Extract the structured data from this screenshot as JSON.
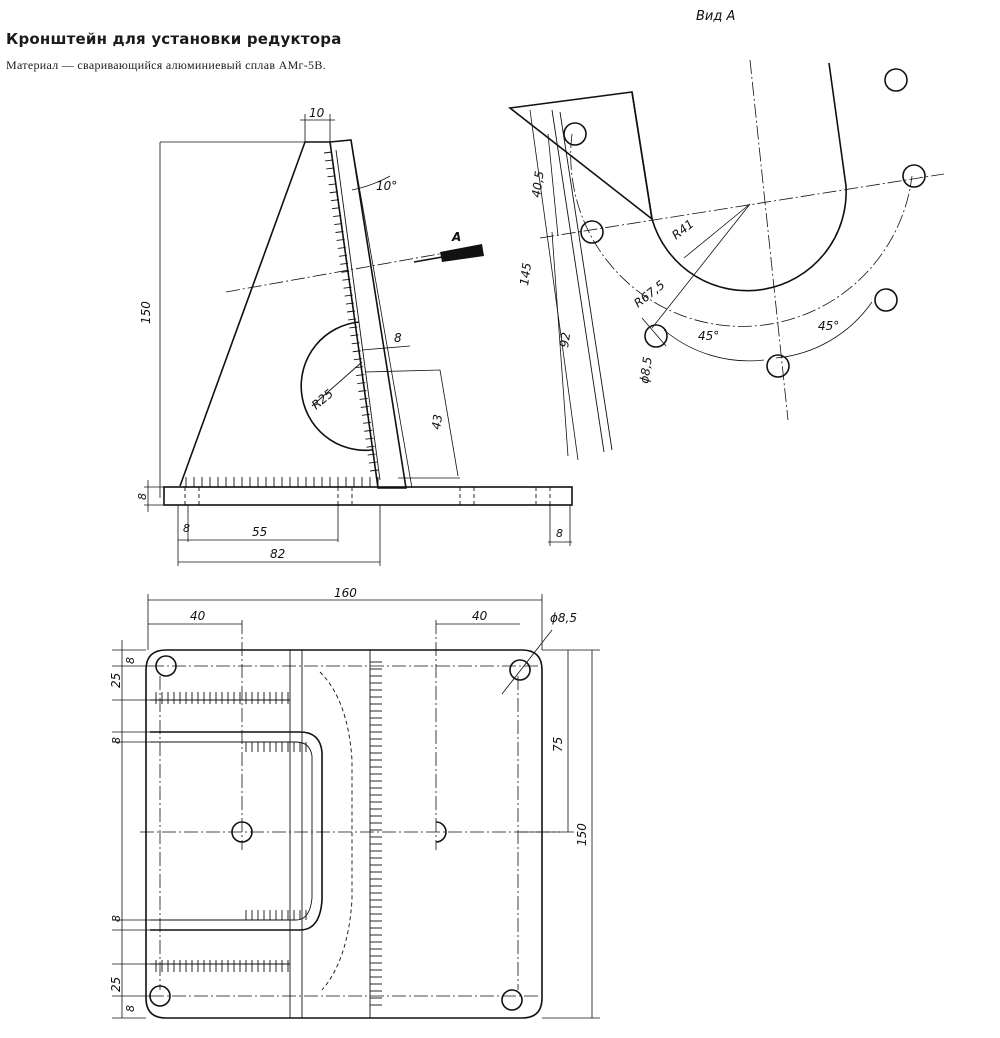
{
  "header": {
    "title": "Кронштейн для установки редуктора",
    "material": "Материал — сваривающийся алюминиевый сплав АМг-5В."
  },
  "view_a": {
    "label": "Вид А"
  },
  "side_view": {
    "arrow_label": "А",
    "dims": {
      "top_width": "10",
      "angle": "10°",
      "height": "150",
      "plate_thk": "8",
      "radius": "R25",
      "depth": "43",
      "base_thk": "8",
      "offset": "8",
      "len55": "55",
      "len82": "82",
      "right_thk": "8"
    }
  },
  "view_a_dims": {
    "d40_5": "40,5",
    "r41": "R41",
    "r67_5": "R67,5",
    "h145": "145",
    "h92": "92",
    "ang1": "45°",
    "ang2": "45°",
    "hole": "ϕ8,5"
  },
  "plan_view": {
    "dims": {
      "width": "160",
      "left40": "40",
      "right40": "40",
      "hole": "ϕ8,5",
      "top8": "8",
      "top25": "25",
      "mid8a": "8",
      "h75": "75",
      "h150": "150",
      "mid8b": "8",
      "bot25": "25",
      "bot8": "8"
    }
  }
}
